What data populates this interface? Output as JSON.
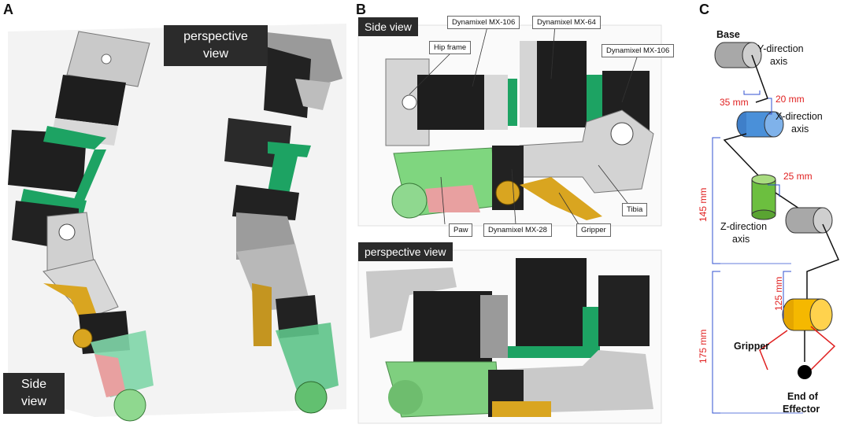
{
  "panels": {
    "a": {
      "letter": "A",
      "tag_perspective": "perspective view",
      "tag_side": "Side view"
    },
    "b": {
      "letter": "B",
      "tag_side": "Side view",
      "tag_perspective": "perspective view",
      "labels": {
        "hip_frame": "Hip frame",
        "mx106_a": "Dynamixel MX-106",
        "mx64": "Dynamixel MX-64",
        "mx106_b": "Dynamixel MX-106",
        "paw": "Paw",
        "mx28": "Dynamixel MX-28",
        "gripper": "Gripper",
        "tibia": "Tibia"
      }
    },
    "c": {
      "letter": "C",
      "labels": {
        "base": "Base",
        "y_axis": "Y-direction axis",
        "x_axis": "X-direction axis",
        "z_axis": "Z-direction axis",
        "gripper": "Gripper",
        "end_effector": "End of Effector"
      },
      "dims": {
        "d35": "35 mm",
        "d20": "20 mm",
        "d25": "25 mm",
        "d145": "145 mm",
        "d125": "125 mm",
        "d175": "175 mm"
      },
      "colors": {
        "x_cyl": "#4a90d9",
        "z_cyl": "#6cbf3f",
        "grip_cyl": "#f5b800",
        "grey_cyl": "#a8a8a8",
        "dim": "#e02020"
      }
    }
  }
}
